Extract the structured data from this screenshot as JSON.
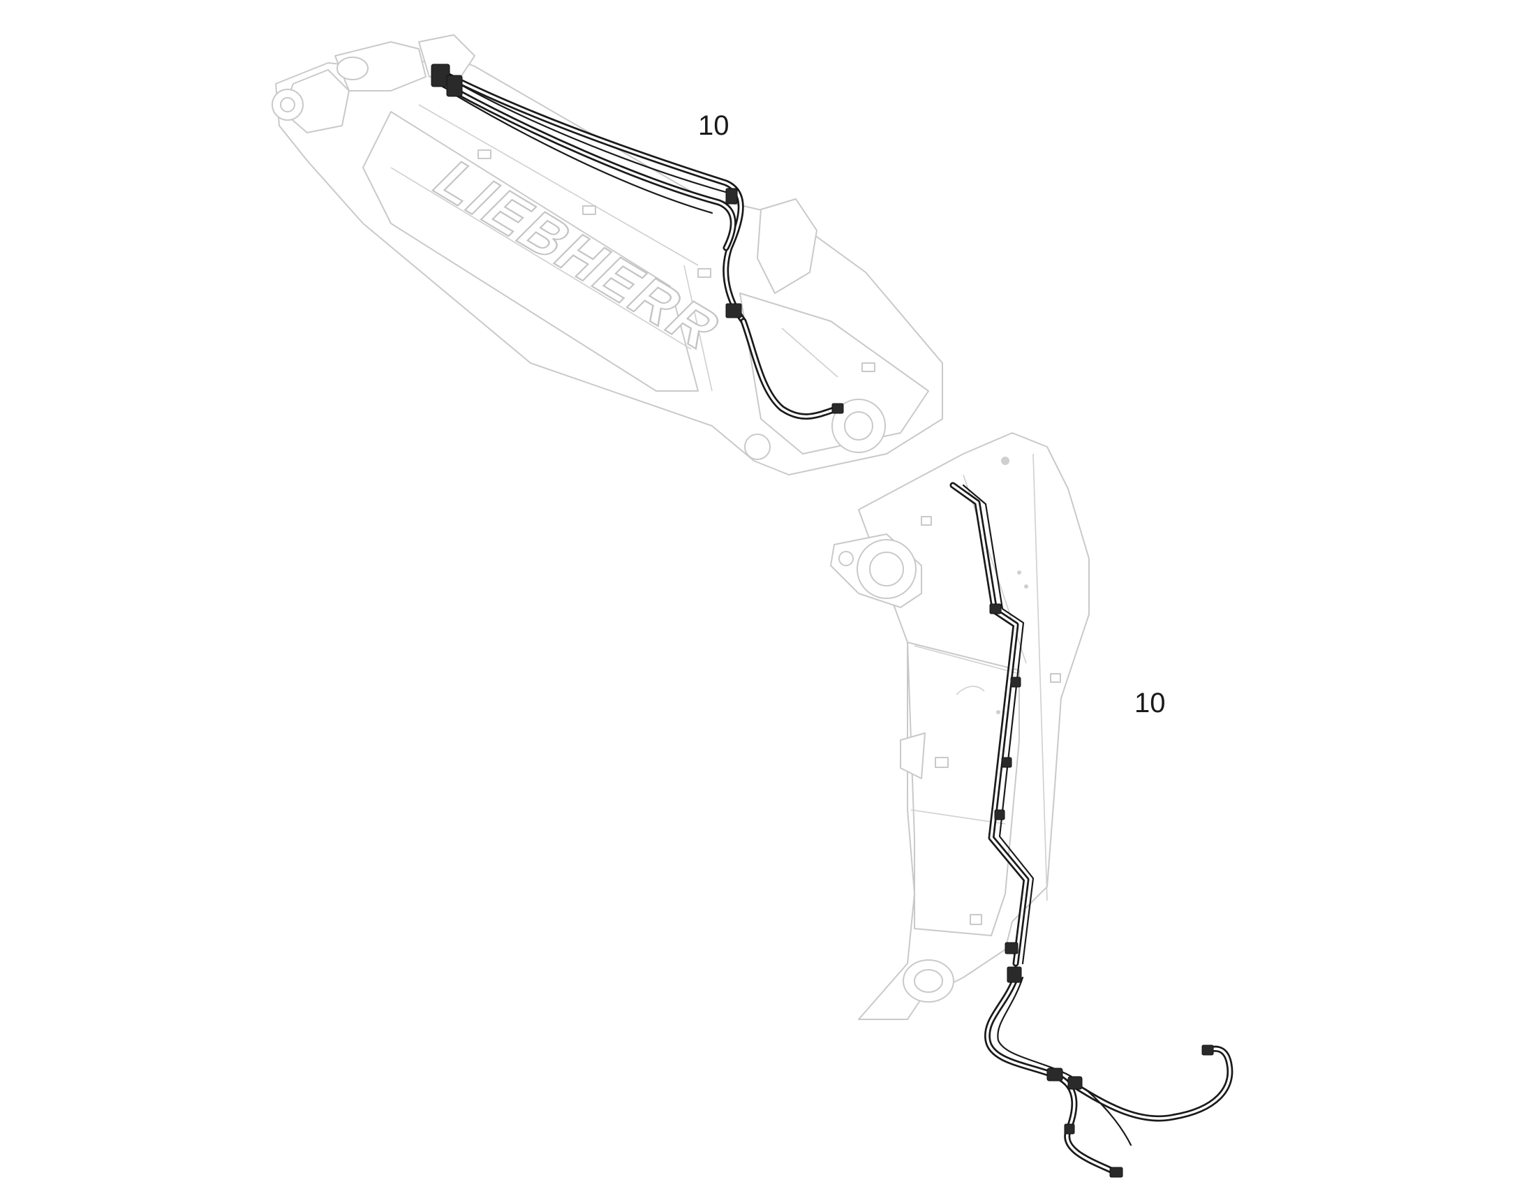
{
  "brand_lettering": "LIEBHERR",
  "callouts": [
    {
      "id": "stick-line-callout",
      "label": "10"
    },
    {
      "id": "boom-line-callout",
      "label": "10"
    }
  ],
  "colors": {
    "background": "#ffffff",
    "ghost_outline": "#c9c9c9",
    "hose": "#1a1a1a"
  }
}
